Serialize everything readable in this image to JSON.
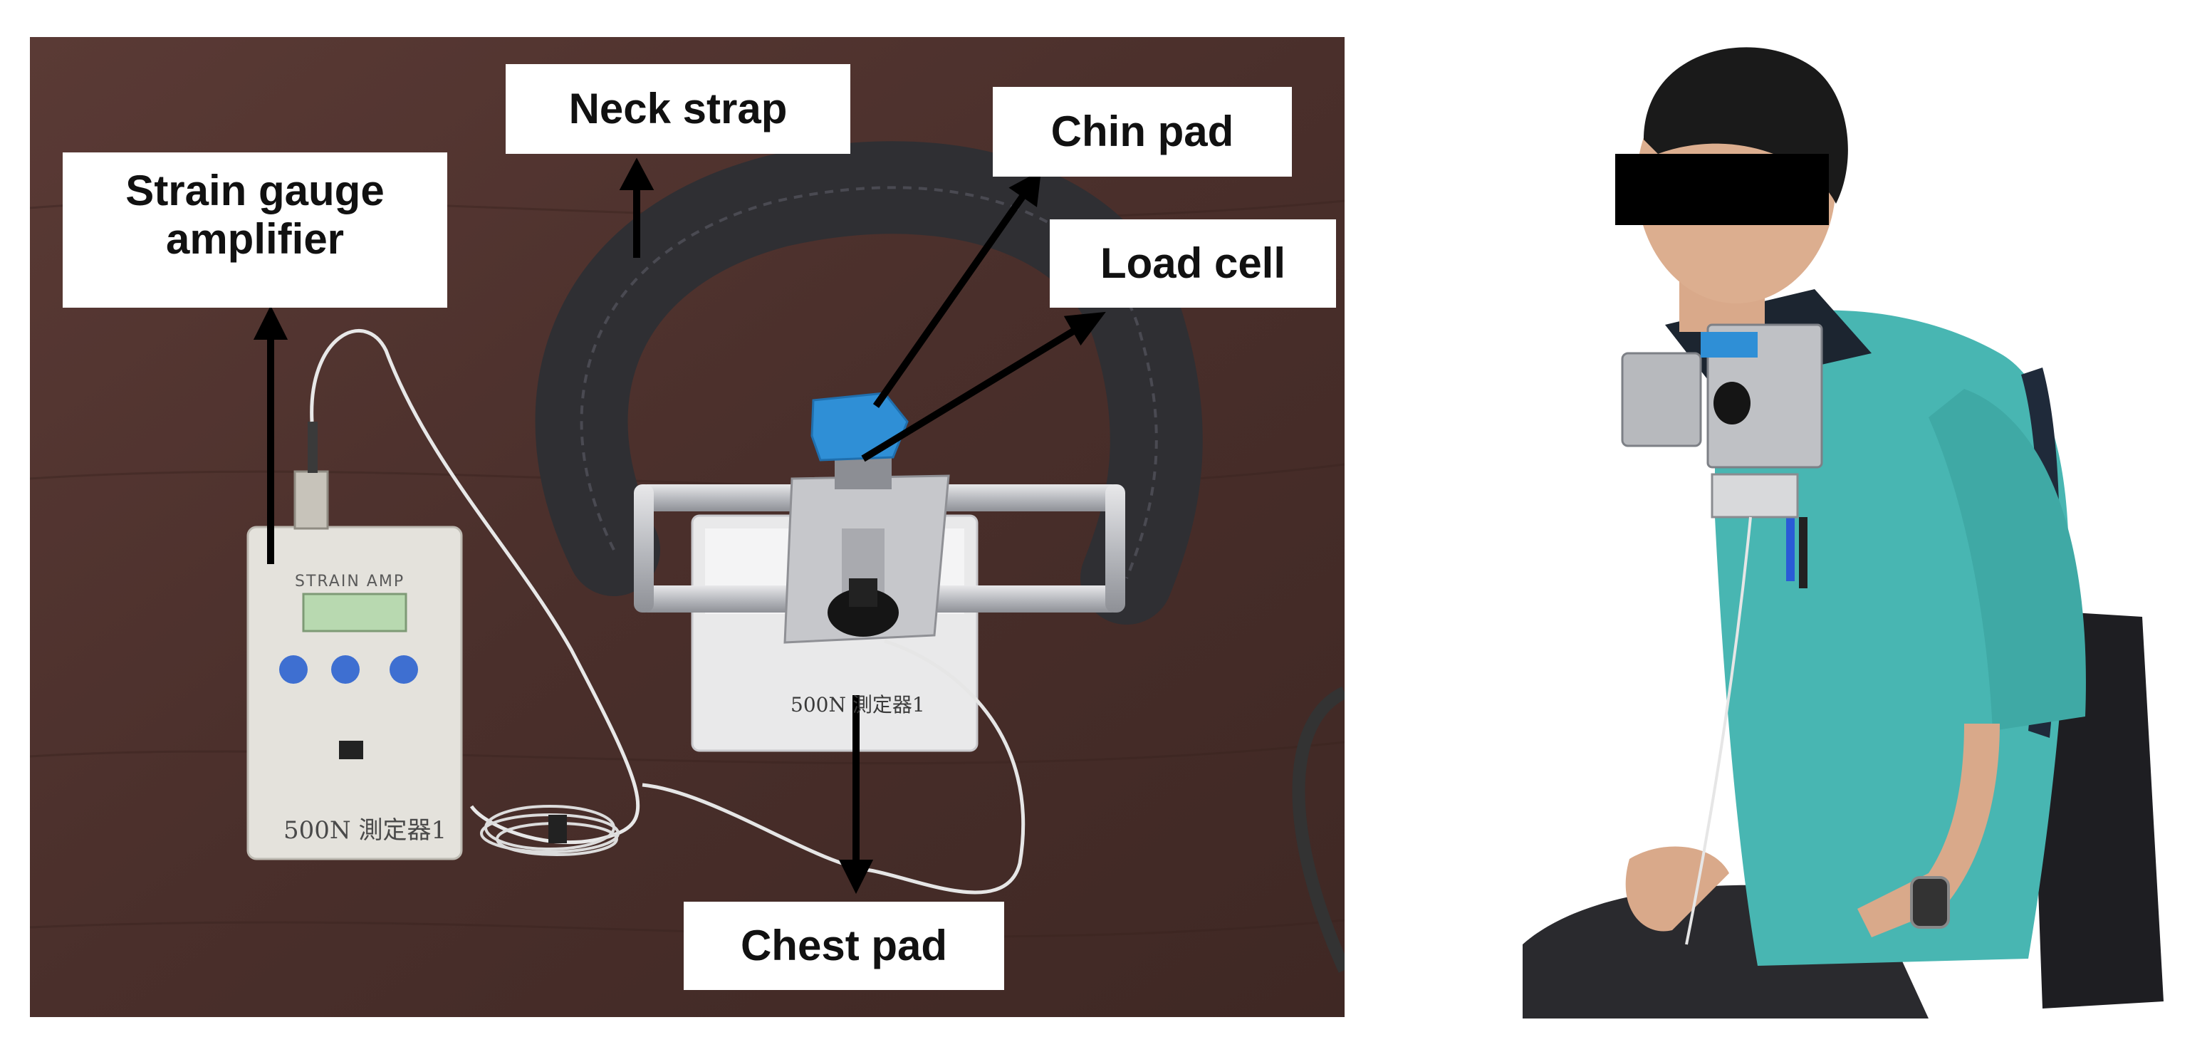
{
  "left_panel": {
    "labels": {
      "neck_strap": "Neck strap",
      "strain_gauge_line1": "Strain gauge",
      "strain_gauge_line2": "amplifier",
      "chin_pad": "Chin pad",
      "load_cell": "Load cell",
      "chest_pad": "Chest pad"
    },
    "device": {
      "amp_title": "STRAIN  AMP",
      "amp_model": "500N  測定器1",
      "pad_model": "500N  測定器1"
    }
  },
  "colors": {
    "table": "#4a2f2b",
    "strap": "#2f2f33",
    "chin_pad": "#2f8fd6",
    "shirt": "#48b6b2",
    "amp_button": "#3e6fd1"
  }
}
